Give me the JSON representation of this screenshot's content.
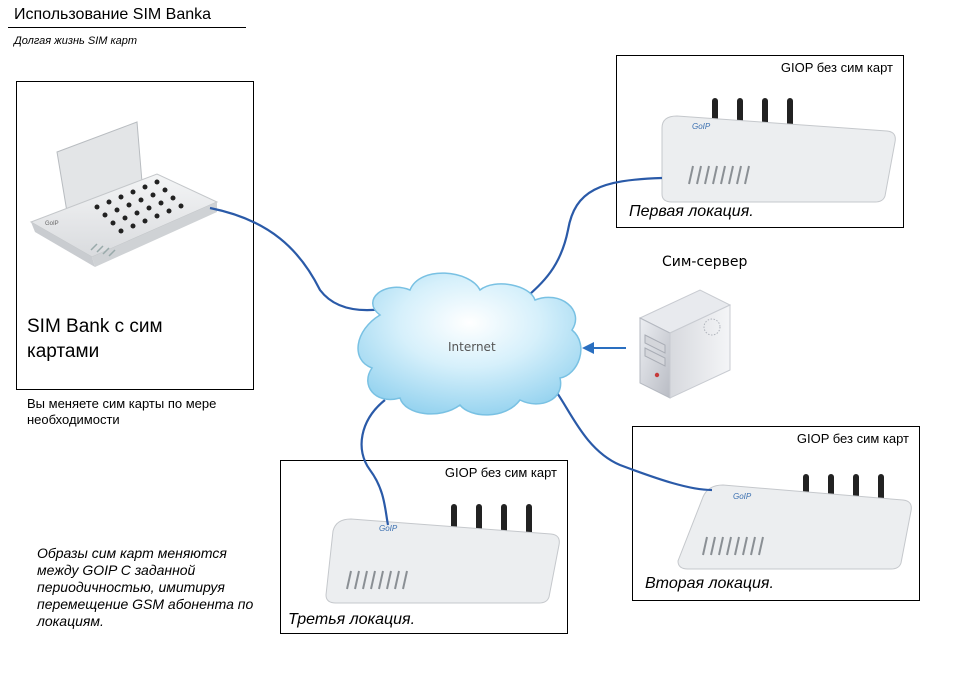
{
  "header": {
    "title": "Использование SIM Banka",
    "subtitle": "Долгая жизнь SIM карт"
  },
  "sim_bank": {
    "device_brand": "GoIP",
    "label": "SIM Bank с сим картами",
    "note": "Вы меняете сим карты по мере необходимости"
  },
  "cloud": {
    "label": "Internet"
  },
  "server": {
    "label": "Сим-сервер"
  },
  "locations": [
    {
      "device_label": "GIOP без сим карт",
      "device_brand": "GoIP",
      "caption": "Первая локация."
    },
    {
      "device_label": "GIOP без сим карт",
      "device_brand": "GoIP",
      "caption": "Вторая локация."
    },
    {
      "device_label": "GIOP без сим карт",
      "device_brand": "GoIP",
      "caption": "Третья локация."
    }
  ],
  "footnote": "Образы сим карт меняются между GOIP С заданной периодичностью, имитируя перемещение GSM абонента по локациям.",
  "colors": {
    "cable": "#2a5aa8",
    "cloud_fill": "#bfe6f7",
    "cloud_edge": "#7cc4e6",
    "arrow": "#2a6fc0"
  }
}
